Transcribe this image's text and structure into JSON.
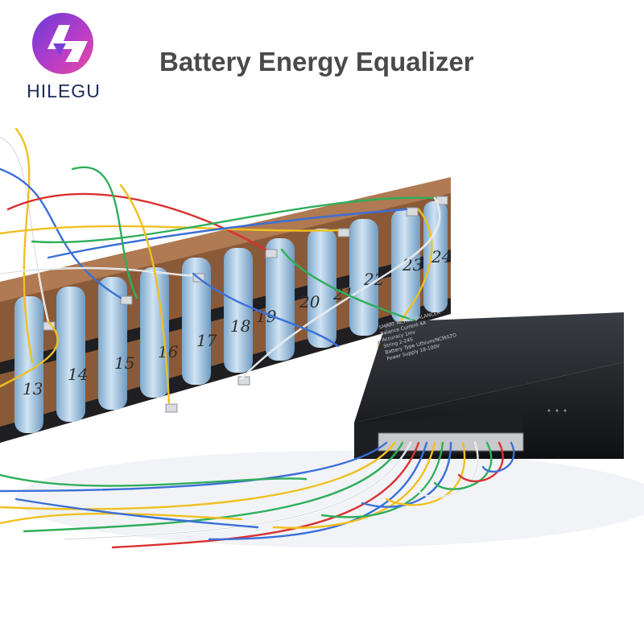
{
  "brand": {
    "name": "HILEGU",
    "logo_icon": "hilegu-logo-icon"
  },
  "title": "Battery Energy Equalizer",
  "photo": {
    "cell_numbers": [
      "13",
      "14",
      "15",
      "16",
      "17",
      "18",
      "19",
      "20",
      "21",
      "22",
      "23",
      "24"
    ],
    "device": {
      "name": "SMART ACTIVE BALANCER",
      "specs": [
        "Balance Current 4A",
        "Accuracy 1mv",
        "String 2-24S",
        "Battery Type Lithium/NCM/LTO",
        "Power Supply 18-100V"
      ]
    }
  }
}
